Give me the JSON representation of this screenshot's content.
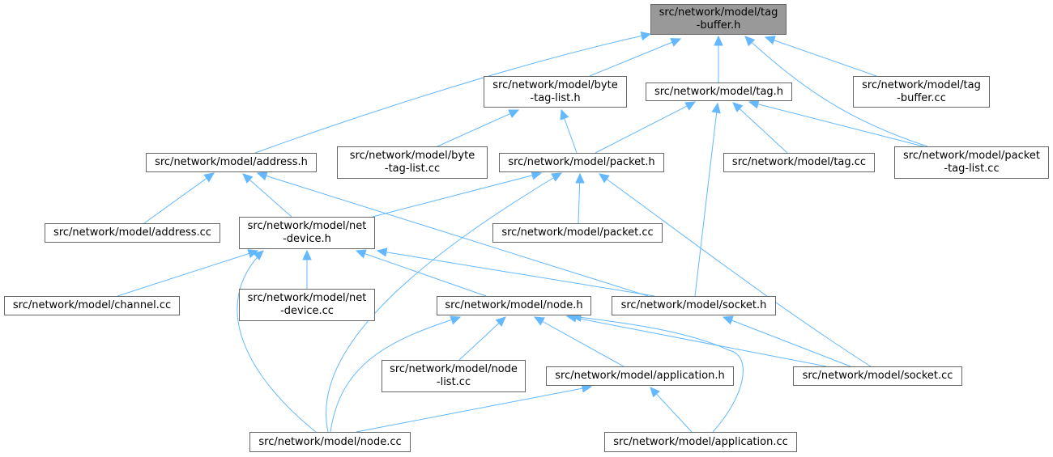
{
  "graph": {
    "root": "src/network/model/tag\n-buffer.h",
    "nodes": {
      "tag_buffer_h": "src/network/model/tag\n-buffer.h",
      "byte_tag_list_h": "src/network/model/byte\n-tag-list.h",
      "tag_h": "src/network/model/tag.h",
      "tag_buffer_cc": "src/network/model/tag\n-buffer.cc",
      "address_h": "src/network/model/address.h",
      "byte_tag_list_cc": "src/network/model/byte\n-tag-list.cc",
      "packet_h": "src/network/model/packet.h",
      "tag_cc": "src/network/model/tag.cc",
      "packet_tag_list_cc": "src/network/model/packet\n-tag-list.cc",
      "address_cc": "src/network/model/address.cc",
      "net_device_h": "src/network/model/net\n-device.h",
      "packet_cc": "src/network/model/packet.cc",
      "channel_cc": "src/network/model/channel.cc",
      "net_device_cc": "src/network/model/net\n-device.cc",
      "node_h": "src/network/model/node.h",
      "socket_h": "src/network/model/socket.h",
      "node_list_cc": "src/network/model/node\n-list.cc",
      "application_h": "src/network/model/application.h",
      "socket_cc": "src/network/model/socket.cc",
      "node_cc": "src/network/model/node.cc",
      "application_cc": "src/network/model/application.cc"
    }
  },
  "colors": {
    "edge": "#63b8ff",
    "root_fill": "#999999",
    "node_border": "#666666"
  }
}
